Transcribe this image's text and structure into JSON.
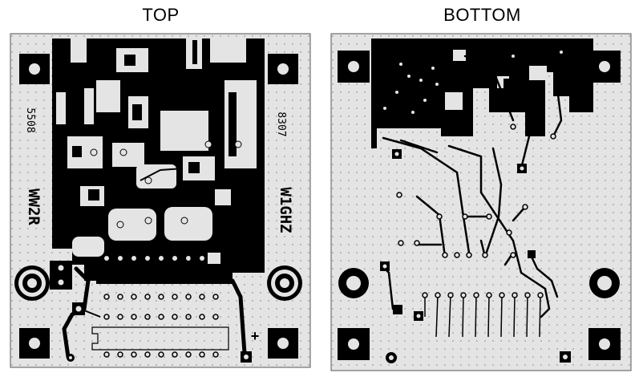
{
  "titles": {
    "top": "TOP",
    "bottom": "BOTTOM"
  },
  "top_board": {
    "label_left_code": "5508",
    "label_right_code": "8307",
    "label_left_call": "WW2R",
    "label_right_call": "W1GHZ",
    "plus_mark": "+"
  },
  "colors": {
    "copper": "#000000",
    "board": "#e4e4e4",
    "grid_dot": "#9a9a9a",
    "outline": "#555555"
  }
}
